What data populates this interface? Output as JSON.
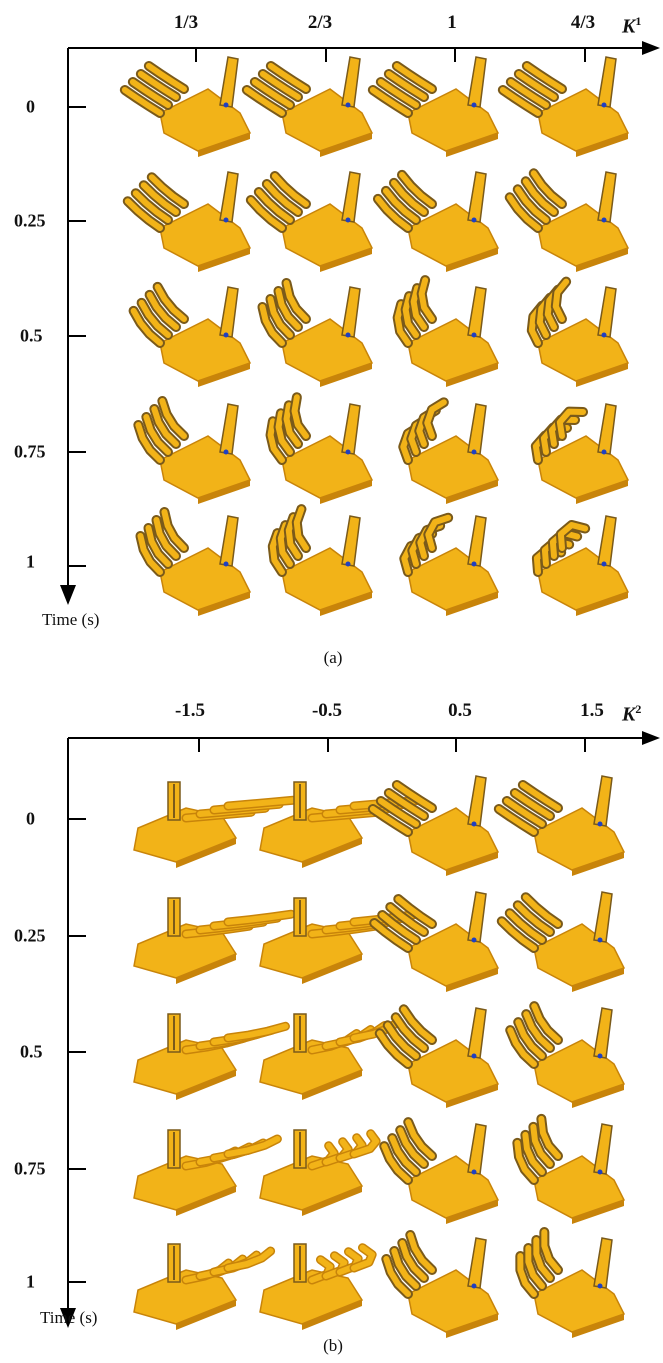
{
  "panel_a": {
    "caption": "(a)",
    "axis_symbol": "K",
    "axis_superscript": "1",
    "columns": [
      "1/3",
      "2/3",
      "1",
      "4/3"
    ],
    "rows": [
      "0",
      "0.25",
      "0.5",
      "0.75",
      "1"
    ],
    "time_label": "Time (s)",
    "curls": [
      [
        0.02,
        0.02,
        0.02,
        0.02
      ],
      [
        0.08,
        0.1,
        0.12,
        0.15
      ],
      [
        0.18,
        0.28,
        0.45,
        0.6
      ],
      [
        0.25,
        0.42,
        0.72,
        0.92
      ],
      [
        0.28,
        0.48,
        0.8,
        1.0
      ]
    ]
  },
  "panel_b": {
    "caption": "(b)",
    "axis_symbol": "K",
    "axis_superscript": "2",
    "columns": [
      "-1.5",
      "-0.5",
      "0.5",
      "1.5"
    ],
    "rows": [
      "0",
      "0.25",
      "0.5",
      "0.75",
      "1"
    ],
    "time_label": "Time (s)",
    "curls": [
      [
        0.0,
        0.0,
        0.02,
        0.02
      ],
      [
        0.05,
        0.05,
        0.05,
        0.08
      ],
      [
        0.15,
        0.3,
        0.15,
        0.22
      ],
      [
        0.25,
        0.55,
        0.22,
        0.32
      ],
      [
        0.32,
        0.62,
        0.25,
        0.36
      ]
    ],
    "view": [
      "flat",
      "flat",
      "tilt",
      "tilt"
    ]
  },
  "colors": {
    "hand_body": "#f2b318",
    "hand_shadow": "#c8840a",
    "finger_dark": "#7a5a1a",
    "joint_blue": "#2040c0",
    "axis": "#000000"
  }
}
